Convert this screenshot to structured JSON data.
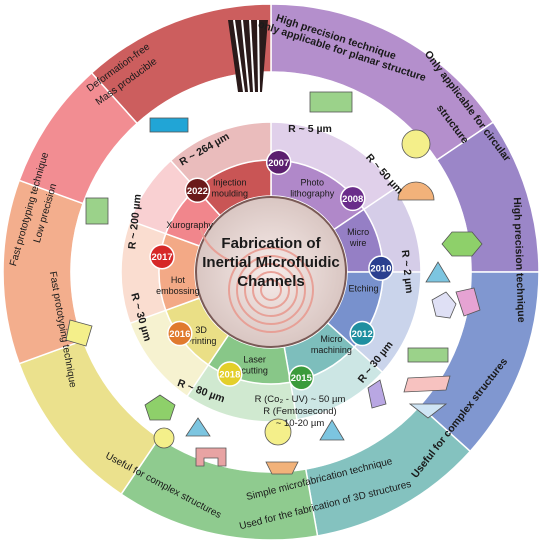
{
  "center": {
    "line1": "Fabrication of",
    "line2": "Inertial Microfluidic",
    "line3": "Channels"
  },
  "outer_ring": {
    "purple_line1": "High precision technique",
    "purple_line2": "only applicable for planar structure",
    "violet_line1": "Only applicable for circular",
    "violet_line2": "structure",
    "blue_line": "High precision technique",
    "teal_line": "Useful for complex structures",
    "green_line1": "Simple microfabrication technique",
    "green_line2": "Used for the fabrication of 3D structures",
    "yellow_line": "Useful for complex structures",
    "salmon_line": "Fast prototyping technique",
    "pink_line1": "Fast prototyping technique",
    "pink_line2": "Low precision",
    "red_line1": "Deformation-free",
    "red_line2": "Mass producible"
  },
  "radii": {
    "photo": "R ~ 5 µm",
    "wire": "R ~ 50 µm",
    "etching": "R ~ 2 µm",
    "machining": "R ~ 30 µm",
    "laser_1": "R (Co₂ - UV) ~ 50 µm",
    "laser_2": "R (Femtosecond)",
    "laser_3": "~ 10-20 µm",
    "printing": "R ~ 80 µm",
    "embossing": "R ~ 30 µm",
    "xurography": "R ~ 200 µm",
    "injection": "R ~ 264 µm"
  },
  "methods": [
    {
      "id": "photo",
      "label1": "Photo",
      "label2": "lithography",
      "year": "2007",
      "color": "#5b1f6e"
    },
    {
      "id": "wire",
      "label1": "Micro",
      "label2": "wire",
      "year": "2008",
      "color": "#6a2c8a"
    },
    {
      "id": "etching",
      "label1": "Etching",
      "label2": "",
      "year": "2010",
      "color": "#2a3f8f"
    },
    {
      "id": "machining",
      "label1": "Micro",
      "label2": "machining",
      "year": "2012",
      "color": "#1f8fa0"
    },
    {
      "id": "laser",
      "label1": "Laser",
      "label2": "cutting",
      "year": "2015",
      "color": "#3b9b3b"
    },
    {
      "id": "printing",
      "label1": "3D",
      "label2": "Printing",
      "year": "2018",
      "color": "#e3cf2a"
    },
    {
      "id": "embossing",
      "label1": "Hot",
      "label2": "embossing",
      "year": "2016",
      "color": "#e07a2e"
    },
    {
      "id": "xurography",
      "label1": "Xurography",
      "label2": "",
      "year": "2017",
      "color": "#d62828"
    },
    {
      "id": "injection",
      "label1": "Injection",
      "label2": "moulding",
      "year": "2022",
      "color": "#6b1a1a"
    }
  ],
  "colors": {
    "purple": "#a87cc4",
    "violet": "#8a72bf",
    "blue": "#6a86c8",
    "teal": "#6fb8b5",
    "green": "#7cc27c",
    "yellow": "#e8dc7a",
    "salmon": "#f2a07a",
    "pink": "#f07a80",
    "red": "#c44343"
  }
}
